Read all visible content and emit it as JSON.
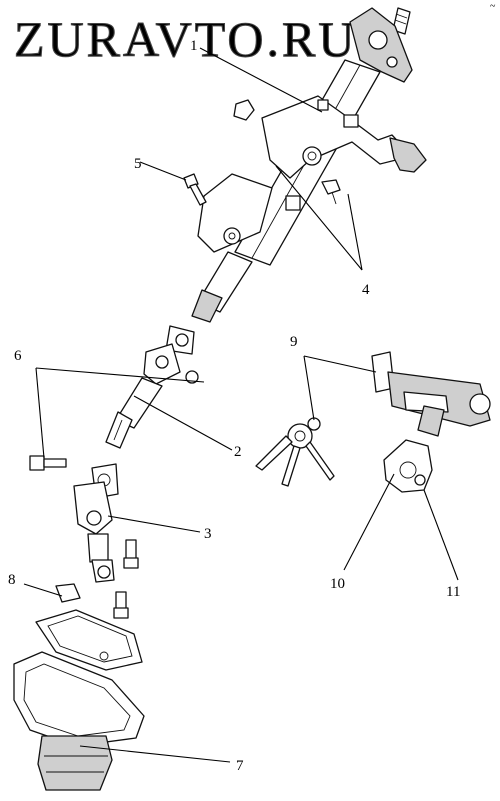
{
  "watermark": "ZURAVTO.RU",
  "corner_mark": "~",
  "callouts": [
    {
      "id": "1",
      "text": "1"
    },
    {
      "id": "2",
      "text": "2"
    },
    {
      "id": "3",
      "text": "3"
    },
    {
      "id": "4",
      "text": "4"
    },
    {
      "id": "5",
      "text": "5"
    },
    {
      "id": "6",
      "text": "6"
    },
    {
      "id": "7",
      "text": "7"
    },
    {
      "id": "8",
      "text": "8"
    },
    {
      "id": "9",
      "text": "9"
    },
    {
      "id": "10",
      "text": "10"
    },
    {
      "id": "11",
      "text": "11"
    }
  ]
}
